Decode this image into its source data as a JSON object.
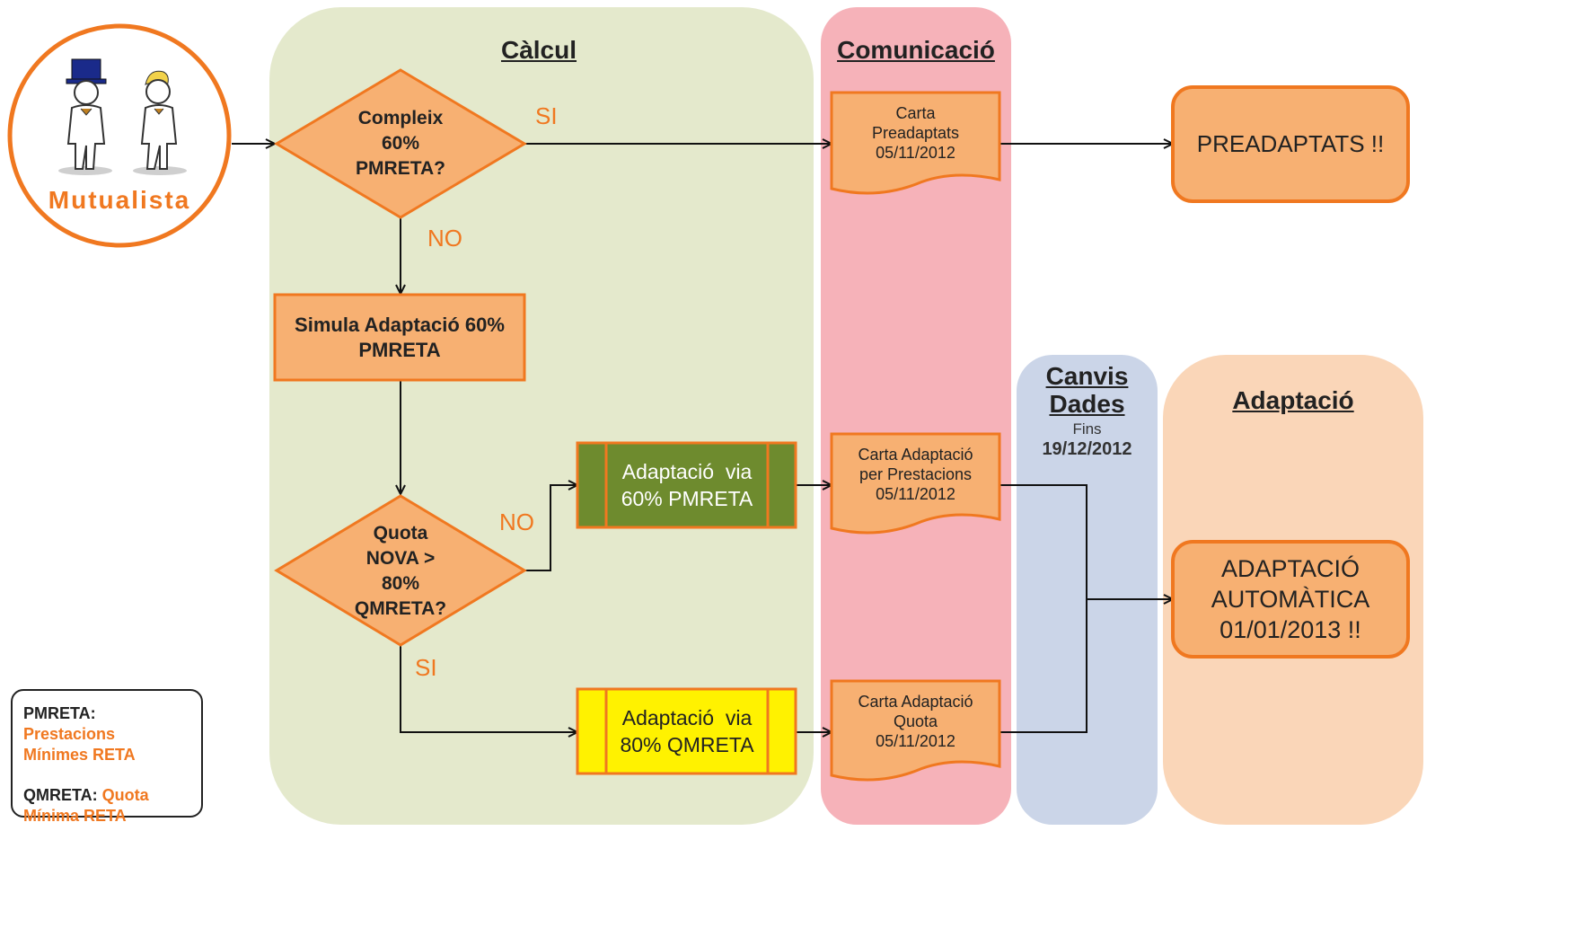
{
  "lanes": {
    "calcul": "Càlcul",
    "comunicacio": "Comunicació",
    "canvis_line1": "Canvis",
    "canvis_line2": "Dades",
    "canvis_fins": "Fins",
    "canvis_date": "19/12/2012",
    "adaptacio": "Adaptació"
  },
  "mutualista": {
    "label": "Mutualista"
  },
  "decision1": {
    "line1": "Compleix",
    "line2": "60%",
    "line3": "PMRETA?",
    "yes": "SI",
    "no": "NO"
  },
  "simula": {
    "line1": "Simula Adaptació 60%",
    "line2": "PMRETA"
  },
  "decision2": {
    "line1": "Quota",
    "line2": "NOVA >",
    "line3": "80%",
    "line4": "QMRETA?",
    "no": "NO",
    "yes": "SI"
  },
  "process60": {
    "line1": "Adaptació  via",
    "line2": "60% PMRETA"
  },
  "process80": {
    "line1": "Adaptació  via",
    "line2": "80% QMRETA"
  },
  "doc_preadaptats": {
    "line1": "Carta",
    "line2": "Preadaptats",
    "line3": "05/11/2012"
  },
  "doc_prestacions": {
    "line1": "Carta Adaptació",
    "line2": "per Prestacions",
    "line3": "05/11/2012"
  },
  "doc_quota": {
    "line1": "Carta Adaptació",
    "line2": "Quota",
    "line3": "05/11/2012"
  },
  "result_preadaptats": {
    "label": "PREADAPTATS !!"
  },
  "result_adaptacio": {
    "line1": "ADAPTACIÓ",
    "line2": "AUTOMÀTICA",
    "line3": "01/01/2013 !!"
  },
  "legend": {
    "pm_abbr": "PMRETA:",
    "pm_l1": "Prestacions",
    "pm_l2": "Mínimes RETA",
    "qm_abbr": "QMRETA:",
    "qm_l1": "Quota",
    "qm_l2": "Mínima RETA"
  },
  "colors": {
    "orange": "#F07820",
    "orange_fill": "#F7B072",
    "green_fill": "#6E8B2E",
    "yellow_fill": "#FFF200",
    "lane_green": "#E3E8C8",
    "lane_red": "#F6AFB6",
    "lane_blue": "#C9D3E6",
    "lane_peach": "#FAD3B3"
  },
  "icons": [
    "businessman-icon",
    "businesswoman-icon"
  ]
}
